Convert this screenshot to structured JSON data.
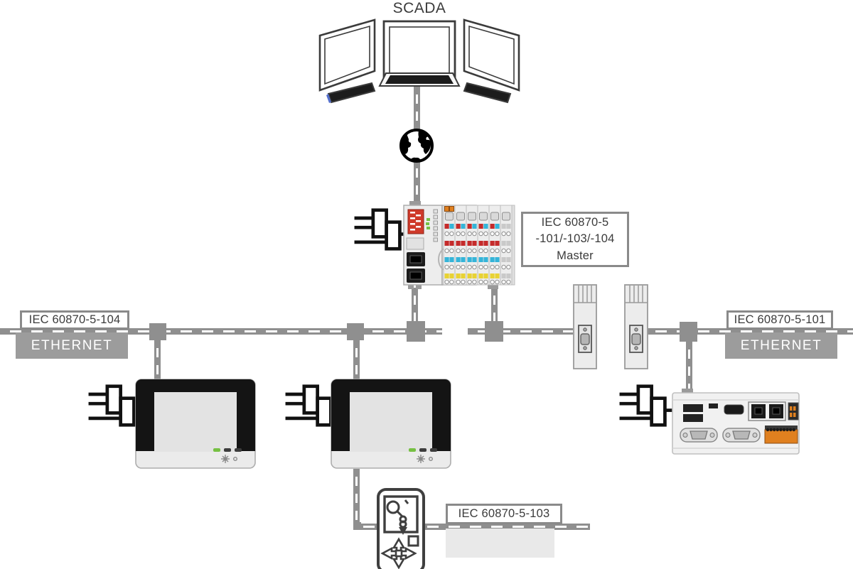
{
  "labels": {
    "scada": "SCADA",
    "master_box": {
      "line1": "IEC 60870-5",
      "line2": "-101/-103/-104",
      "line3": "Master"
    },
    "left_protocol": "IEC 60870-5-104",
    "left_bus": "ETHERNET",
    "right_protocol": "IEC 60870-5-101",
    "right_bus": "ETHERNET",
    "bottom_protocol": "IEC 60870-5-103"
  },
  "icons": {
    "scada_workstation": "three-monitor-workstation-icon",
    "internet": "globe-icon",
    "telecontrol_master": "plc-with-io-terminals-icon",
    "plug_connector": "plug-connector-symbol-icon",
    "hmi_panel": "touch-panel-icon",
    "serial_converter": "serial-converter-icon",
    "embedded_controller": "embedded-pc-icon",
    "protection_relay": "protection-relay-icon"
  },
  "colors": {
    "bus": "#8f8f8f",
    "label_border": "#8a8a8a",
    "ethernet_bg": "#9c9c9c",
    "text": "#3b3b3b",
    "led_green": "#76c043",
    "dip_red": "#cf3a2a",
    "terminal_red": "#c52b2b",
    "terminal_blue": "#35b4d8",
    "terminal_yellow": "#e8d234",
    "terminal_orange": "#e0801f",
    "terminal_gray": "#c9c9c9"
  }
}
